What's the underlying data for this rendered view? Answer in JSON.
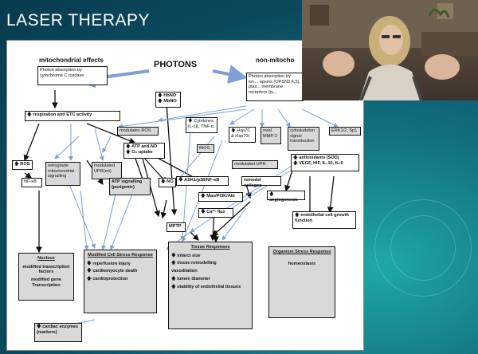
{
  "slide": {
    "title": "LASER THERAPY"
  },
  "figure": {
    "headings": {
      "mito": "mitochondrial effects",
      "photons": "PHOTONS",
      "nonmito": "non-mitocho"
    },
    "boxes": {
      "cco": "Photon absorption by cytochrome C oxidase",
      "opsins": "Photon absorption by ion... opsins (OPSN3,4,5), plas... membrane receptors (ty...",
      "hbno": "🡅 HbNO\n🡅 MbNO",
      "resp": "🡅 respiration and ETC activity",
      "modros": "modulates ROS",
      "cytokines": "🡇 Cytokines\nIL-1β, TNF-α",
      "hsp": "🡅 Hsp70\n& Hsp70i",
      "mmp": "mod.\nMMP-2",
      "cytoskel": "cytoskeleton\nsignal\ntransduction",
      "erk": "ERK1/2, Sp1",
      "atp": "🡅 ATP and NO\n🡅 O₂ uptake",
      "inos": "iNOS",
      "moduprs": "modulated UPR",
      "antiox": "🡅 antioxidants (SOD)\n🡅 VEGF, HIF, IL-10, IL-6",
      "ros": "🡅 ROS",
      "retro": "retrograde\nmitochondrial\nsignalling",
      "upr": "modulated\nUPR(mt)",
      "ask": "🡇 ASK1/p38/NF-κB",
      "remod": "remodel collagen",
      "mas": "🡅 Mas/PI3K/Akt",
      "angio": "🡅 angiogenesis",
      "nfkb": "NF-κB",
      "atpsig": "ATP signalling\n(purigenic)",
      "no": "🡅 NO",
      "caflux": "🡇 Ca²⁺ flux",
      "endo": "🡅 endothelial cell growth\nfunction",
      "mptp": "MPTP",
      "enzymes": "🡇 cardiac enzymes\n(markers)"
    },
    "nucleus": {
      "title": "Nucleus",
      "items": [
        "modified transcription factors",
        "modified gene Transcription"
      ]
    },
    "cell_stress": {
      "title": "Modified Cell Stress Response",
      "items": [
        "🡇 reperfusion injury",
        "🡇 cardiomyocyte death",
        "🡅 cardioprotection"
      ]
    },
    "tissue": {
      "title": "Tissue Responses",
      "items": [
        "🡇 infarct size",
        "🡅 tissue remodelling",
        "vasodilation",
        "🡅 lumen diameter",
        "🡅 stability of endothelial tissues"
      ]
    },
    "organism": {
      "title": "Organism Stress Response",
      "items": [
        "homeostasis"
      ]
    }
  },
  "colors": {
    "slide_bg": "#0b4a5e",
    "accent_blue_arrow": "#7f9fd6",
    "black_arrow": "#111111",
    "box_gray": "#d9d9d9"
  },
  "webcam": {
    "content": "presenter-video"
  }
}
